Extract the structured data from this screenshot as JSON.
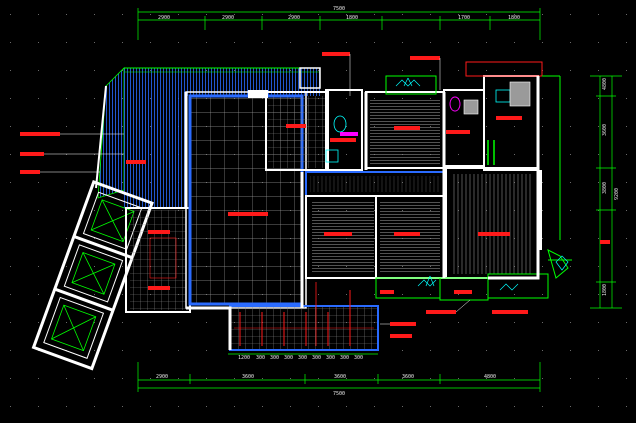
{
  "drawing": {
    "background": "#000000",
    "colors": {
      "wall": "#ffffff",
      "dimension": "#00ff00",
      "room_label": "#ff1a1a",
      "window": "#2a6bff",
      "tile": "#8a8a8a",
      "furniture": "#00ffff",
      "accent": "#ff00ff"
    },
    "dimensions": {
      "top_overall": "7500",
      "top_segments": [
        "2900",
        "2900",
        "2900",
        "1800",
        "1700",
        "1800"
      ],
      "bottom_overall": "7500",
      "bottom_segments": [
        "2900",
        "3600",
        "3600",
        "3600",
        "4800"
      ],
      "bottom_detail": [
        "1200",
        "300",
        "300",
        "300",
        "300",
        "300",
        "300",
        "300",
        "300"
      ],
      "right_overall": "9200",
      "right_segments": [
        "4800",
        "3600",
        "3800",
        "1800"
      ]
    },
    "icons": {
      "elevator": "elevator-cross-icon",
      "plant": "plant-icon",
      "sink": "sink-icon",
      "toilet": "toilet-icon"
    }
  }
}
